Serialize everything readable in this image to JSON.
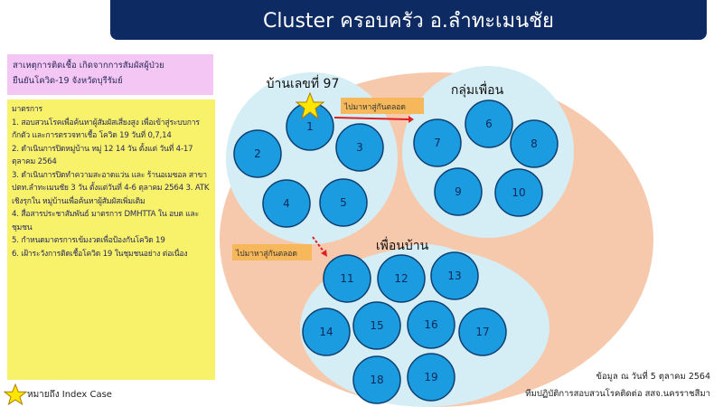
{
  "title": "Cluster ครอบครัว อ.ลำทะเมนชัย",
  "cause": {
    "lines": [
      "สาเหตุการติดเชื้อ เกิดจากการสัมผัสผู้ป่วย",
      "ยืนยันโควิด-19 จังหวัดบุรีรัมย์"
    ]
  },
  "measures": {
    "heading": "มาตรการ",
    "items": [
      "1. สอบสวนโรคเพื่อค้นหาผู้สัมผัสเสี่ยงสูง เพื่อเข้าสู่ระบบการกักตัว  และการตรวจหาเชื้อ โควิด 19 วันที่ 0,7,14",
      "2. ดำเนินการปิดหมู่บ้าน หมู่ 12 14 วัน ตั้งแต่ วันที่ 4-17 ตุลาคม 2564",
      "3. ดำเนินการปิดทำความสะอาดแว่น และ ร้านอเมซอล สาขา ปตท.ลำทะเมนชัย 3 วัน ตั้งแต่วันที่ 4-6 ตุลาคม 2564 3. ATK เชิงรุกใน หมู่บ้านเพื่อค้นหาผู้สัมผัสเพิ่มเติม",
      "4. สื่อสารประชาสัมพันธ์ มาตรการ DMHTTA ใน อบต และชุมชน",
      "5. กำหนดมาตรการเข้มงวดเพื่อป้องกันโควิด 19",
      "6. เฝ้าระวังการติดเชื้อโควิด 19 ในชุมชนอย่าง ต่อเนื่อง"
    ]
  },
  "legend": {
    "label": "หมายถึง Index Case"
  },
  "groups": {
    "house": "บ้านเลขที่  97",
    "friends": "กลุ่มเพื่อน",
    "neighbors": "เพื่อนบ้าน"
  },
  "links": {
    "label1": "ไปมาหาสู่กันตลอด",
    "label2": "ไปมาหาสู่กันตลอด"
  },
  "nodes": [
    "1",
    "2",
    "3",
    "4",
    "5",
    "6",
    "7",
    "8",
    "9",
    "10",
    "11",
    "12",
    "13",
    "14",
    "15",
    "16",
    "17",
    "18",
    "19"
  ],
  "footer": {
    "date": "ข้อมูล ณ วันที่ 5 ตุลาคม 2564",
    "team": "ทีมปฏิบัติการสอบสวนโรคติดต่อ สสจ.นครราชสีมา"
  },
  "colors": {
    "title_bg": "#0d2a63",
    "node": "#1b9be0",
    "group": "#d5eef6",
    "cluster": "#f6c9ad",
    "arrow": "#e02020",
    "tag": "#f6b85a"
  }
}
